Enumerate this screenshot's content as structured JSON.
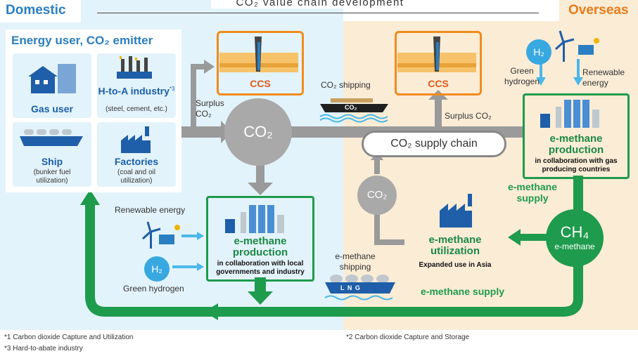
{
  "header": {
    "domestic": "Domestic",
    "overseas": "Overseas",
    "title": "CO₂ value chain development"
  },
  "domestic": {
    "panel_title": "Energy user, CO₂ emitter",
    "gas_user": "Gas user",
    "hta_title": "H-to-A industry",
    "hta_note_mark": "*3",
    "hta_sub": "(steel, cement, etc.)",
    "ship_title": "Ship",
    "ship_sub": "(bunker fuel utilization)",
    "factories_title": "Factories",
    "factories_sub": "(coal and oil utilization)"
  },
  "ccs_domestic": "CCS",
  "ccs_overseas": "CCS",
  "surplus_co2_left": "Surplus CO₂",
  "co2_center": "CO₂",
  "co2_shipping": "CO₂ shipping",
  "co2_ship_label": "CO₂",
  "surplus_co2_right": "Surplus CO₂",
  "supply_chain": "CO₂ supply chain",
  "green_hydrogen_right": "Green hydrogen",
  "renewable_energy_right": "Renewable energy",
  "h2_symbol": "H₂",
  "em_production_overseas": {
    "title": "e-methane production",
    "sub": "in collaboration with gas producing countries"
  },
  "em_supply_upper": "e-methane supply",
  "ch4": {
    "formula": "CH₄",
    "label": "e-methane"
  },
  "co2_small": "CO₂",
  "em_utilization": {
    "title": "e-methane utilization",
    "sub": "Expanded use in Asia"
  },
  "renewable_energy_left": "Renewable energy",
  "green_hydrogen_left": "Green hydrogen",
  "em_production_domestic": {
    "title": "e-methane production",
    "sub": "in collaboration with local governments and industry"
  },
  "em_shipping": "e-methane shipping",
  "lng_label": "L N G",
  "em_supply_lower": "e-methane supply",
  "footnotes": {
    "n1": "*1 Carbon dioxide Capture and Utilization",
    "n2": "*2 Carbon dioxide Capture and Storage",
    "n3": "*3 Hard-to-abate industry"
  },
  "colors": {
    "domestic_bg": "#e3f3fb",
    "overseas_bg": "#fbecd6",
    "domestic_accent": "#2a7ec1",
    "overseas_accent": "#ea7b1a",
    "green": "#1e9b4c",
    "gray_arrow": "#9a9a9a"
  }
}
